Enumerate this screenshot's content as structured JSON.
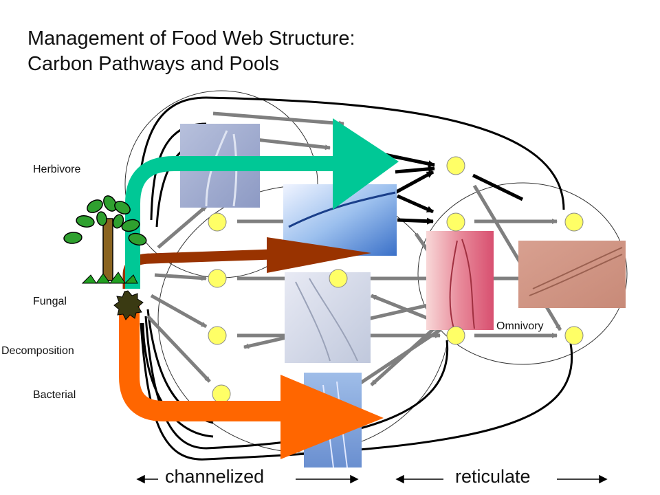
{
  "title_line1": "Management of Food Web Structure:",
  "title_line2": "Carbon Pathways and Pools",
  "labels": {
    "herbivore": "Herbivore",
    "fungal": "Fungal",
    "decomposition": "Decomposition",
    "bacterial": "Bacterial",
    "omnivory": "Omnivory"
  },
  "axis": {
    "left": "channelized",
    "right": "reticulate"
  },
  "colors": {
    "herbivore_channel": "#00c896",
    "fungal_channel": "#993300",
    "bacterial_channel": "#ff6600",
    "node_fill": "#ffff66",
    "link_gray": "#7f7f7f"
  }
}
